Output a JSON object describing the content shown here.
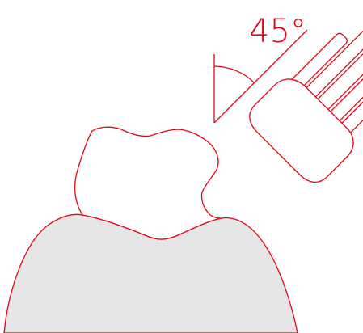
{
  "diagram": {
    "angle_label": "45°",
    "colors": {
      "outline": "#e30613",
      "gum_fill": "#e6e6e6",
      "background": "#ffffff"
    },
    "elements": {
      "gum": "gum-tissue",
      "tooth": "tooth-crown",
      "brush": "toothbrush-head-with-bristles",
      "angle_marker": "angle-indicator"
    }
  }
}
